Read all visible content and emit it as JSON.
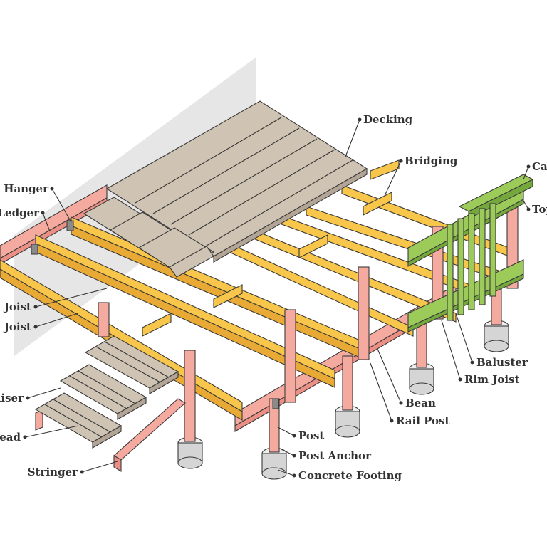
{
  "labels": {
    "decking": "Decking",
    "bridging": "Bridging",
    "cap": "Cap",
    "top": "Top",
    "joist_hanger": "st Hanger",
    "ledger": "Ledger",
    "joist": "Joist",
    "rim_joist_left": "n Joist",
    "riser": "Riser",
    "tread": "Tread",
    "stringer": "Stringer",
    "post": "Post",
    "post_anchor": "Post Anchor",
    "concrete_footing": "Concrete Footing",
    "rail_post": "Rail Post",
    "bean": "Bean",
    "rim_joist_right": "Rim Joist",
    "baluster": "Baluster"
  },
  "colors": {
    "joist": "#f7c64a",
    "post": "#f5aaa0",
    "decking": "#cfc3b3",
    "railing": "#9ccb5a",
    "concrete": "#d5d5d5",
    "wall": "#e6e6e6",
    "ink": "#333333"
  }
}
